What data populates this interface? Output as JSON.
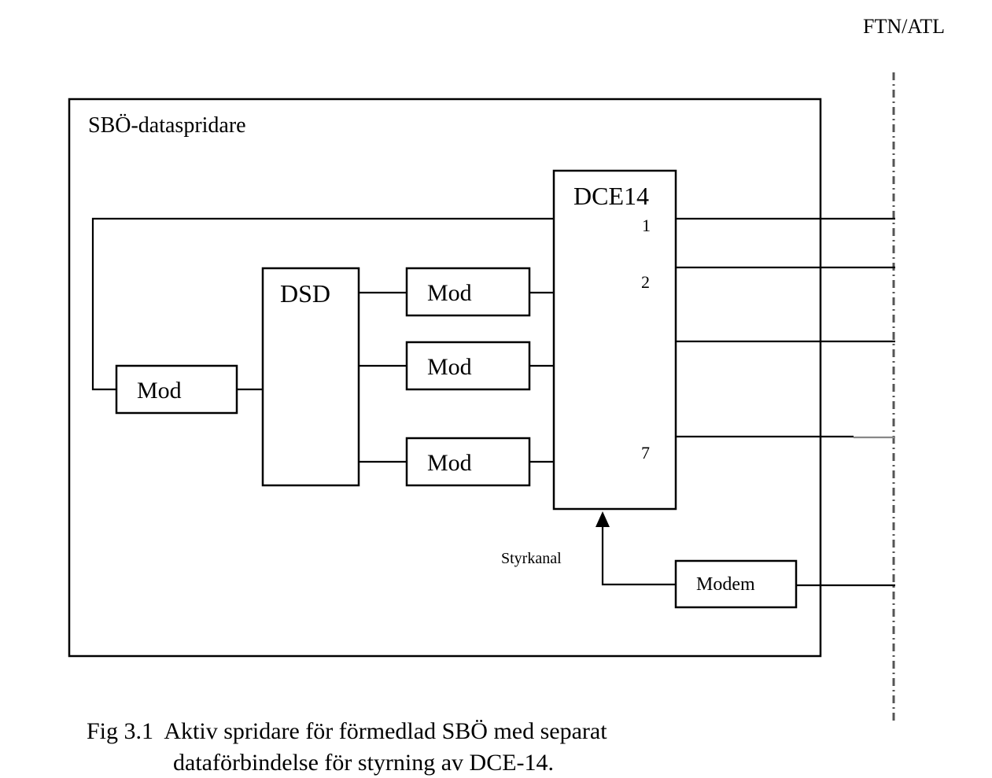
{
  "boundary_label": "FTN/ATL",
  "container": {
    "label": "SBÖ-dataspridare"
  },
  "dce": {
    "label": "DCE14",
    "ports": [
      "1",
      "2",
      "7"
    ]
  },
  "dsd": {
    "label": "DSD"
  },
  "mod_label": "Mod",
  "modem": {
    "label": "Modem"
  },
  "control_label": "Styrkanal",
  "caption": {
    "line1": "Fig 3.1  Aktiv spridare för förmedlad SBÖ med separat",
    "line2": "dataförbindelse för styrning av DCE-14."
  },
  "colors": {
    "line": "#000000",
    "background": "#ffffff",
    "boundary": "#555555"
  }
}
